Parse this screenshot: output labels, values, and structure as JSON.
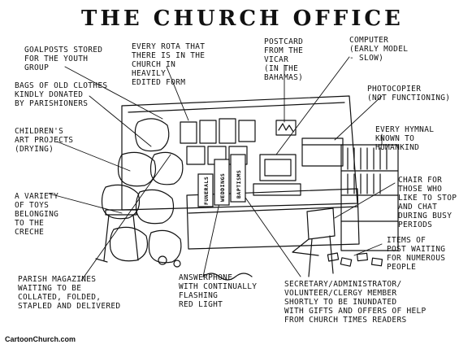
{
  "title": "The Church Office",
  "credit": "CartoonChurch.com",
  "labels": {
    "goalposts": "Goalposts stored\nfor the youth\ngroup",
    "rota": "Every rota that\nthere is in the\nchurch in\nheavily\nedited form",
    "postcard": "Postcard\nfrom the\nvicar\n(in the\nBahamas)",
    "computer": "Computer\n(early model\n- slow)",
    "bags": "Bags of old clothes\nkindly donated\nby parishioners",
    "photocopier": "Photocopier\n(not functioning)",
    "art": "Children's\nart projects\n(drying)",
    "hymnal": "Every hymnal\nknown to\nhumankind",
    "toys": "A variety\nof toys\nbelonging\nto the\ncreche",
    "chair": "Chair for\nthose who\nlike to stop\nand chat\nduring busy\nperiods",
    "post": "Items of\npost waiting\nfor numerous\npeople",
    "magazines": "Parish magazines\nwaiting to be\ncollated, folded,\nstapled and delivered",
    "answerphone": "Answerphone\nwith continually\nflashing\nred light",
    "secretary": "Secretary/administrator/\nvolunteer/clergy member\nshortly to be inundated\nwith gifts and offers of help\nfrom Church Times readers"
  },
  "books": {
    "funerals": "FUNERALS",
    "weddings": "WEDDINGS",
    "baptisms": "BAPTISMS"
  }
}
